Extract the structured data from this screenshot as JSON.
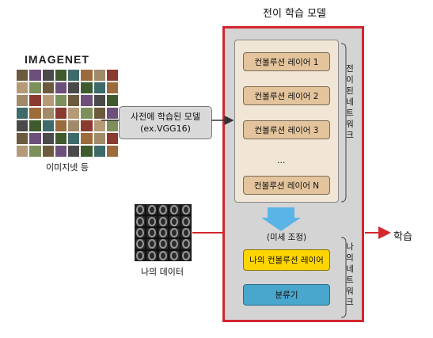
{
  "title": "전이 학습 모델",
  "imagenet": {
    "logo": "IMAGENET",
    "caption": "이미지넷 등"
  },
  "pretrained_model": {
    "line1": "사전에 학습된 모델",
    "line2": "(ex.VGG16)"
  },
  "my_data": {
    "caption": "나의 데이터"
  },
  "transfer_layers": [
    "컨볼루션 레이어 1",
    "컨볼루션 레이어 2",
    "컨볼루션 레이어 3"
  ],
  "ellipsis": "...",
  "last_layer": "컨볼루션 레이어 N",
  "transfer_network_label": "전이된 네트워크",
  "fine_tune_label": "(미세 조정)",
  "my_conv_layer": "나의 컨볼루션 레이어",
  "classifier": "분류기",
  "my_network_label": "나의 네트워크",
  "output_label": "학습",
  "colors": {
    "frame": "#d3262f",
    "model_bg": "#d4d4d4",
    "transfer_bg": "#f1e6d5",
    "conv_layer": "#e3c49c",
    "my_conv_layer": "#ffd500",
    "classifier": "#49a6cc",
    "down_arrow": "#5ab4e6"
  }
}
